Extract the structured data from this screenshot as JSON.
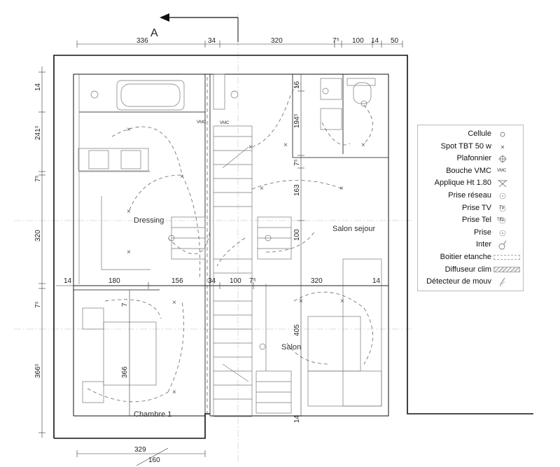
{
  "section_marker": "A",
  "rooms": {
    "dressing": "Dressing",
    "salon_sejour": "Salon sejour",
    "salon": "Salon",
    "chambre": "Chambre 1"
  },
  "dims_top": [
    "336",
    "34",
    "320",
    "7⁵",
    "100",
    "14",
    "50"
  ],
  "dims_left": [
    "14",
    "241⁵",
    "7⁵",
    "320",
    "7⁵",
    "366⁵"
  ],
  "dims_mid_row": [
    "14",
    "180",
    "156",
    "34",
    "100",
    "7⁵",
    "320",
    "14"
  ],
  "dims_inner_v": [
    "16",
    "194⁵",
    "7⁵",
    "163",
    "100",
    "405",
    "366",
    "7",
    "14"
  ],
  "dims_bottom": [
    "329",
    "160"
  ],
  "vmc_labels": [
    "VMC",
    "VMC"
  ],
  "legend": [
    {
      "label": "Cellule",
      "icon": "cellule-icon"
    },
    {
      "label": "Spot TBT 50 w",
      "icon": "spot-icon"
    },
    {
      "label": "Plafonnier",
      "icon": "plafonnier-icon"
    },
    {
      "label": "Bouche VMC",
      "icon": "vmc-icon",
      "tag": "VMC"
    },
    {
      "label": "Applique Ht 1.80",
      "icon": "applique-icon"
    },
    {
      "label": "Prise réseau",
      "icon": "prise-reseau-icon"
    },
    {
      "label": "Prise TV",
      "icon": "prise-tv-icon",
      "tag": "TV"
    },
    {
      "label": "Prise Tel",
      "icon": "prise-tel-icon",
      "tag": "TEL"
    },
    {
      "label": "Prise",
      "icon": "prise-icon"
    },
    {
      "label": "Inter",
      "icon": "inter-icon"
    },
    {
      "label": "Boitier etanche",
      "icon": "boitier-etanche-icon"
    },
    {
      "label": "Diffuseur clim",
      "icon": "diffuseur-clim-icon"
    },
    {
      "label": "Détecteur de mouv",
      "icon": "detecteur-icon"
    }
  ],
  "colors": {
    "wall": "#111111",
    "line": "#777777",
    "dash": "#666666",
    "legend_border": "#bbbbbb"
  }
}
